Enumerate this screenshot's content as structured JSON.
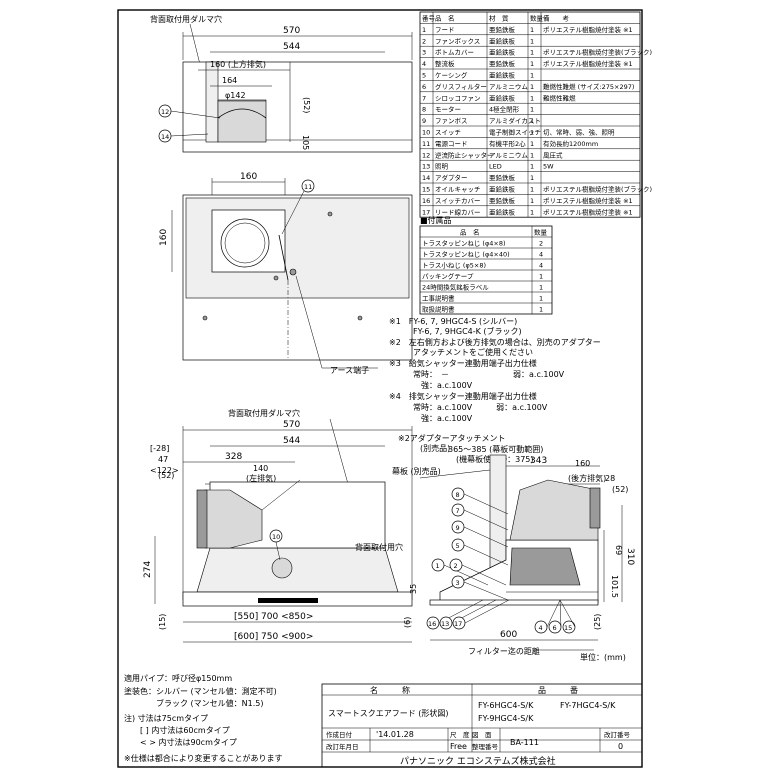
{
  "parts_table": {
    "headers": [
      "番号",
      "品　名",
      "材　質",
      "数量",
      "備　　考"
    ],
    "rows": [
      [
        "1",
        "フード",
        "亜鉛鉄板",
        "1",
        "ポリエステル樹脂焼付塗装 ※1"
      ],
      [
        "2",
        "ファンボックス",
        "亜鉛鉄板",
        "1",
        ""
      ],
      [
        "3",
        "ボトムカバー",
        "亜鉛鉄板",
        "1",
        "ポリエステル樹脂焼付塗装(ブラック)"
      ],
      [
        "4",
        "整流板",
        "亜鉛鉄板",
        "1",
        "ポリエステル樹脂焼付塗装 ※1"
      ],
      [
        "5",
        "ケーシング",
        "亜鉛鉄板",
        "1",
        ""
      ],
      [
        "6",
        "グリスフィルター",
        "アルミニウム",
        "1",
        "難燃性難燃 (サイズ:275×297)"
      ],
      [
        "7",
        "シロッコファン",
        "亜鉛鉄板",
        "1",
        "難燃性難燃"
      ],
      [
        "8",
        "モーター",
        "4極全閉形",
        "1",
        ""
      ],
      [
        "9",
        "ファンボス",
        "アルミダイカスト",
        "1",
        ""
      ],
      [
        "10",
        "スイッチ",
        "電子制御スイッチ",
        "1",
        "切、常時、弱、強、照明"
      ],
      [
        "11",
        "電源コード",
        "有機平形2心",
        "1",
        "有効長約1200mm"
      ],
      [
        "12",
        "逆流防止シャッター",
        "アルミニウム",
        "1",
        "風圧式"
      ],
      [
        "13",
        "照明",
        "LED",
        "1",
        "5W"
      ],
      [
        "14",
        "アダプター",
        "亜鉛鉄板",
        "1",
        ""
      ],
      [
        "15",
        "オイルキャッチ",
        "亜鉛鉄板",
        "1",
        "ポリエステル樹脂焼付塗装(ブラック)"
      ],
      [
        "16",
        "スイッチカバー",
        "亜鉛鉄板",
        "1",
        "ポリエステル樹脂焼付塗装 ※1"
      ],
      [
        "17",
        "リード線カバー",
        "亜鉛鉄板",
        "1",
        "ポリエステル樹脂焼付塗装 ※1"
      ]
    ]
  },
  "accessories": {
    "title": "■付属品",
    "headers": [
      "品　名",
      "数量"
    ],
    "rows": [
      [
        "トラスタッピンねじ (φ4×8)",
        "2"
      ],
      [
        "トラスタッピンねじ (φ4×40)",
        "4"
      ],
      [
        "トラス小ねじ (φ5×8)",
        "4"
      ],
      [
        "パッキングテープ",
        "1"
      ],
      [
        "24時間換気銘板ラベル",
        "1"
      ],
      [
        "工事説明書",
        "1"
      ],
      [
        "取扱説明書",
        "1"
      ]
    ]
  },
  "notes": [
    "※1　FY-6, 7, 9HGC4-S (シルバー)",
    "　　　FY-6, 7, 9HGC4-K (ブラック)",
    "※2　左右側方および後方排気の場合は、別売のアダプター",
    "　　　アタッチメントをご使用ください",
    "※3　給気シャッター連動用端子出力仕様",
    "　　　常時：　－　　　　　　　　弱：a.c.100V",
    "　　　　強：a.c.100V",
    "※4　排気シャッター連動用端子出力仕様",
    "　　　常時：a.c.100V　　　弱：a.c.100V",
    "　　　　強：a.c.100V"
  ],
  "top_view": {
    "title": "背面取付用ダルマ穴",
    "dims": [
      "570",
      "544",
      "160 (上方排気)",
      "164",
      "φ142",
      "(52)",
      "105"
    ],
    "callouts": [
      "12",
      "14"
    ]
  },
  "plan_view": {
    "dims": [
      "160",
      "160"
    ],
    "callouts": [
      "11"
    ],
    "ground": "アース端子"
  },
  "front_view": {
    "title": "背面取付用ダルマ穴",
    "dims_top": [
      "570",
      "544",
      "328",
      "140",
      "(左排気)"
    ],
    "dims_left": [
      "[-28]",
      "47",
      "<122>",
      "(52)",
      "274",
      "(15)"
    ],
    "dims_bottom": [
      "[550] 700 <850>",
      "[600] 750 <900>"
    ],
    "adapter": "※2アダプターアタッチメント",
    "adapter_sub": "(別売品)",
    "back_hole": "背面取付用穴",
    "callouts": [
      "10"
    ]
  },
  "side_view": {
    "range": "365～385 (幕板可動範囲)",
    "std": "(機幕板使用時：375)",
    "plate": "幕板 (別売品)",
    "dims": [
      "343",
      "160",
      "(後方排気)",
      "28",
      "(52)",
      "69",
      "310",
      "101.5",
      "35",
      "(6)",
      "600",
      "(25)"
    ],
    "callouts": [
      "8",
      "7",
      "9",
      "5",
      "1",
      "2",
      "3",
      "16",
      "13",
      "17",
      "4",
      "6",
      "15"
    ],
    "filter": "フィルター迄の距離"
  },
  "unit": "単位：(mm)",
  "spec_notes": [
    "適用パイプ：呼び径φ150mm",
    "塗装色：シルバー (マンセル値：測定不可)",
    "　　　　ブラック (マンセル値：N1.5)",
    "注) 寸法は75cmタイプ",
    "　　[ ] 内寸法は60cmタイプ",
    "　　< > 内寸法は90cmタイプ",
    "※仕様は都合により変更することがあります"
  ],
  "title_block": {
    "name_label": "名　　　称",
    "name": "スマートスクエアフード (形状図)",
    "product_label": "品　　　番",
    "products": [
      "FY-6HGC4-S/K",
      "FY-7HGC4-S/K",
      "FY-9HGC4-S/K"
    ],
    "date_label": "作成日付",
    "date": "'14.01.28",
    "scale_label": "尺　度",
    "scale": "Free",
    "drawing_label": "図　面",
    "drawing_no_label": "整理番号",
    "drawing_no": "BA-111",
    "rev_label": "改訂番号",
    "rev": "0",
    "revision_date_label": "改訂年月日",
    "company": "パナソニック エコシステムズ株式会社"
  }
}
